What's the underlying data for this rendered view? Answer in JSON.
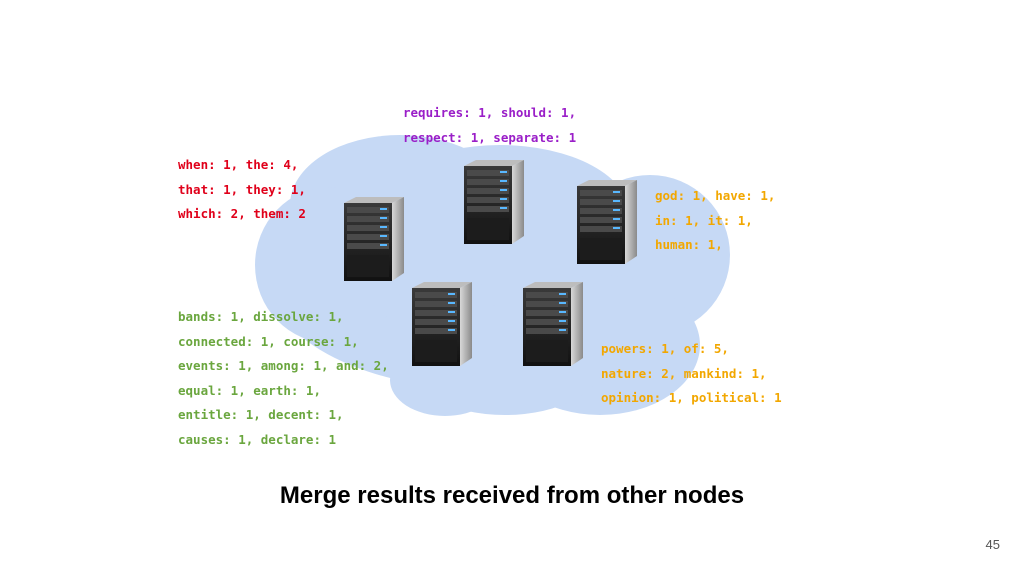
{
  "slide": {
    "caption": "Merge results received from other nodes",
    "page_number": "45"
  },
  "colors": {
    "cloud": "#c6d9f5",
    "purple": "#9a1ec8",
    "red": "#e0001a",
    "orange": "#f2a700",
    "green": "#6aa63e",
    "caption": "#000000"
  },
  "word_groups": {
    "purple": [
      "requires: 1, should: 1,",
      "respect: 1, separate: 1"
    ],
    "red": [
      "when: 1, the: 4,",
      "that: 1, they: 1,",
      "which: 2, them: 2"
    ],
    "orange_top": [
      "god: 1, have: 1,",
      "in: 1, it: 1,",
      "human: 1,"
    ],
    "orange_bottom": [
      "powers: 1, of: 5,",
      "nature: 2, mankind: 1,",
      "opinion: 1, political: 1"
    ],
    "green": [
      "bands: 1, dissolve: 1,",
      "connected: 1, course: 1,",
      "events: 1, among: 1, and: 2,",
      "equal: 1, earth: 1,",
      "entitle: 1, decent: 1,",
      "causes: 1, declare: 1"
    ]
  },
  "icons": {
    "server": "server-icon",
    "cloud": "cloud-shape"
  }
}
